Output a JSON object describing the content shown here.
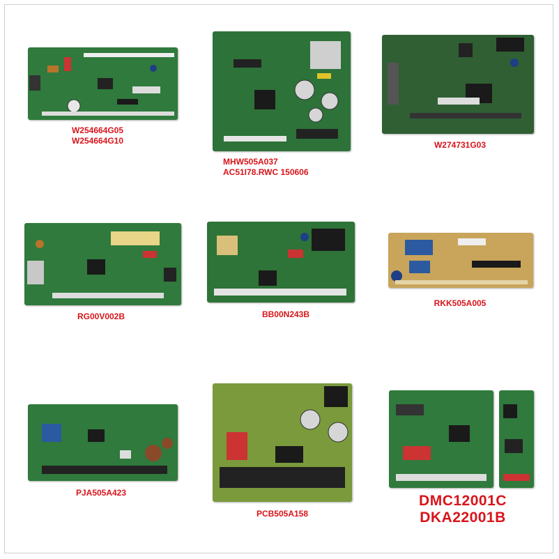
{
  "colors": {
    "label_red": "#d8141b",
    "pcb_green": "#2f7a3c",
    "pcb_tan": "#c8a55a"
  },
  "products": [
    {
      "lines": [
        "W254664G05",
        "W254664G10"
      ]
    },
    {
      "lines": [
        "MHW505A037",
        "AC51I78.RWC 150606"
      ]
    },
    {
      "lines": [
        "W274731G03"
      ]
    },
    {
      "lines": [
        "RG00V002B"
      ]
    },
    {
      "lines": [
        "BB00N243B"
      ]
    },
    {
      "lines": [
        "RKK505A005"
      ]
    },
    {
      "lines": [
        "PJA505A423"
      ]
    },
    {
      "lines": [
        "PCB505A158"
      ]
    },
    {
      "lines": [
        "DMC12001C",
        "DKA22001B"
      ]
    }
  ]
}
